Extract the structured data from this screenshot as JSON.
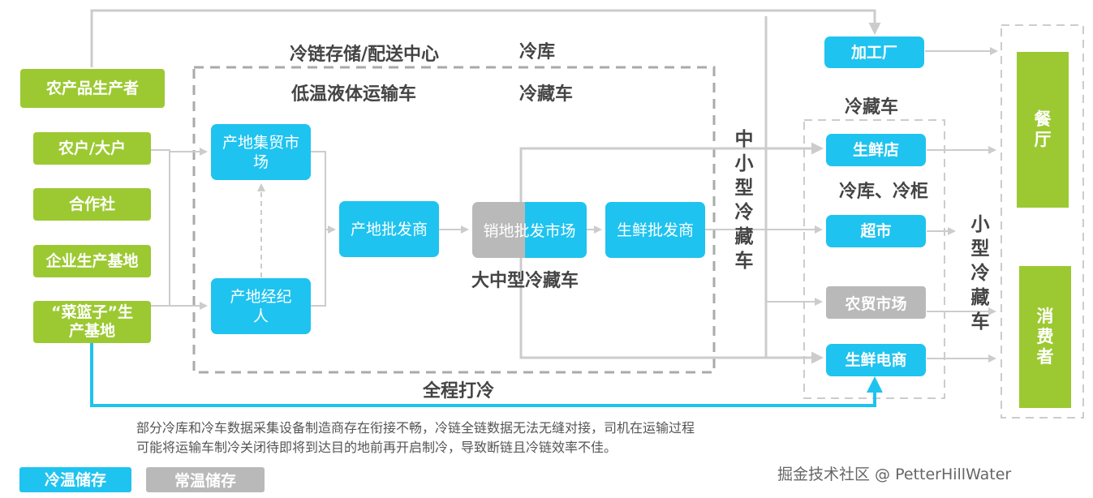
{
  "labels": {
    "cold_storage_center": "冷链存储/配送中心",
    "cold_store_top": "冷库",
    "low_temp_truck": "低温液体运输车",
    "reefer_inner": "冷藏车",
    "large_reefer": "大中型冷藏车",
    "mid_small_reefer": "中小型冷藏车",
    "reefer_right": "冷藏车",
    "cold_store_cabinet": "冷库、冷柜",
    "small_reefer": "小型冷藏车",
    "full_chain_cold": "全程打冷"
  },
  "producers": {
    "main": "农产品生产者",
    "items": [
      "农户/大户",
      "合作社",
      "企业生产基地",
      "“菜篮子”生产基地"
    ]
  },
  "flow": {
    "origin_market": "产地集贸市场",
    "origin_broker": "产地经纪人",
    "origin_wholesaler": "产地批发商",
    "sales_wholesale_market": "销地批发市场",
    "fresh_wholesaler": "生鲜批发商"
  },
  "retail": {
    "factory": "加工厂",
    "fresh_store": "生鲜店",
    "supermarket": "超市",
    "farmers_market": "农贸市场",
    "fresh_ecommerce": "生鲜电商"
  },
  "endpoints": {
    "restaurant": "餐厅",
    "consumer": "消费者"
  },
  "note": {
    "line1": "部分冷库和冷车数据采集设备制造商存在衔接不畅，冷链全链数据无法无缝对接，司机在运输过程",
    "line2": "可能将运输车制冷关闭待即将到达目的地前再开启制冷，导致断链且冷链效率不佳。"
  },
  "legend": {
    "cold_storage": "冷温储存",
    "normal_storage": "常温储存"
  },
  "watermark": "掘金技术社区 @ PetterHillWater",
  "colors": {
    "cold_blue": "#1fc3ef",
    "producer_green": "#9cc932",
    "normal_grey": "#b9b9b9",
    "line_grey": "#cccccc",
    "cold_line": "#1fc3ef"
  }
}
